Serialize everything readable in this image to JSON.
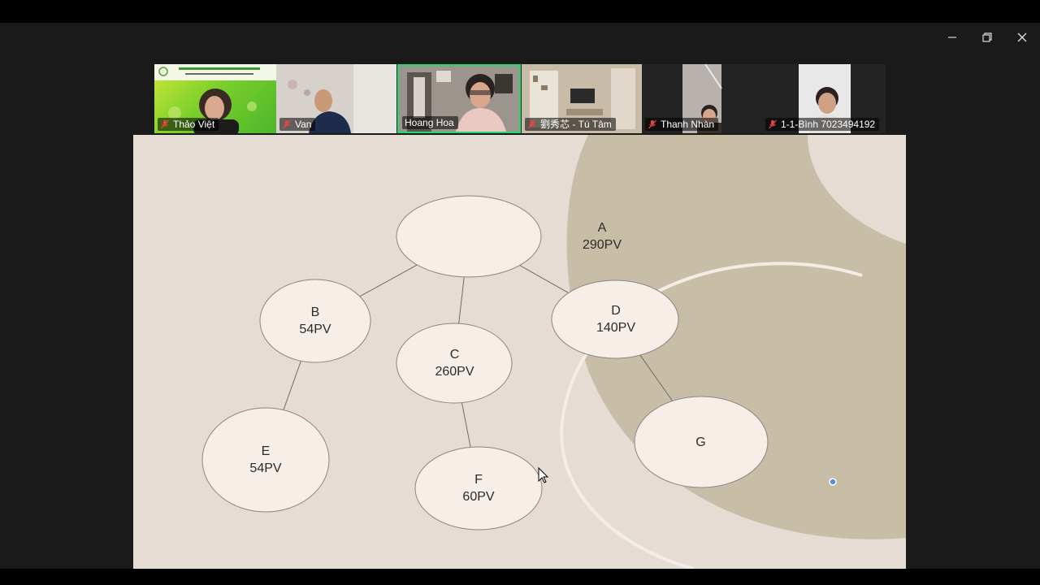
{
  "window": {
    "controls": {
      "minimize": "minimize",
      "restore": "restore",
      "close": "close"
    }
  },
  "participants": [
    {
      "name": "Thảo Việt",
      "muted": true,
      "active": false
    },
    {
      "name": "Van",
      "muted": true,
      "active": false
    },
    {
      "name": "Hoang Hoa",
      "muted": false,
      "active": true
    },
    {
      "name": "劉秀芯 - Tú Tâm",
      "muted": true,
      "active": false
    },
    {
      "name": "Thanh Nhàn",
      "muted": true,
      "active": false
    },
    {
      "name": "1-1-Bình 7023494192",
      "muted": true,
      "active": false
    }
  ],
  "diagram": {
    "nodes": [
      {
        "id": "A",
        "value": "290PV"
      },
      {
        "id": "B",
        "value": "54PV"
      },
      {
        "id": "C",
        "value": "260PV"
      },
      {
        "id": "D",
        "value": "140PV"
      },
      {
        "id": "E",
        "value": "54PV"
      },
      {
        "id": "F",
        "value": "60PV"
      },
      {
        "id": "G",
        "value": ""
      }
    ],
    "edges": [
      [
        "A",
        "B"
      ],
      [
        "A",
        "C"
      ],
      [
        "A",
        "D"
      ],
      [
        "B",
        "E"
      ],
      [
        "C",
        "F"
      ],
      [
        "D",
        "G"
      ]
    ]
  },
  "colors": {
    "slide_bg": "#e5ddd3",
    "slide_accent": "#c8bea8",
    "node_fill": "#f7eee8",
    "node_stroke": "#8a8680",
    "active_speaker": "#23d96e",
    "mute_icon": "#e04646"
  }
}
